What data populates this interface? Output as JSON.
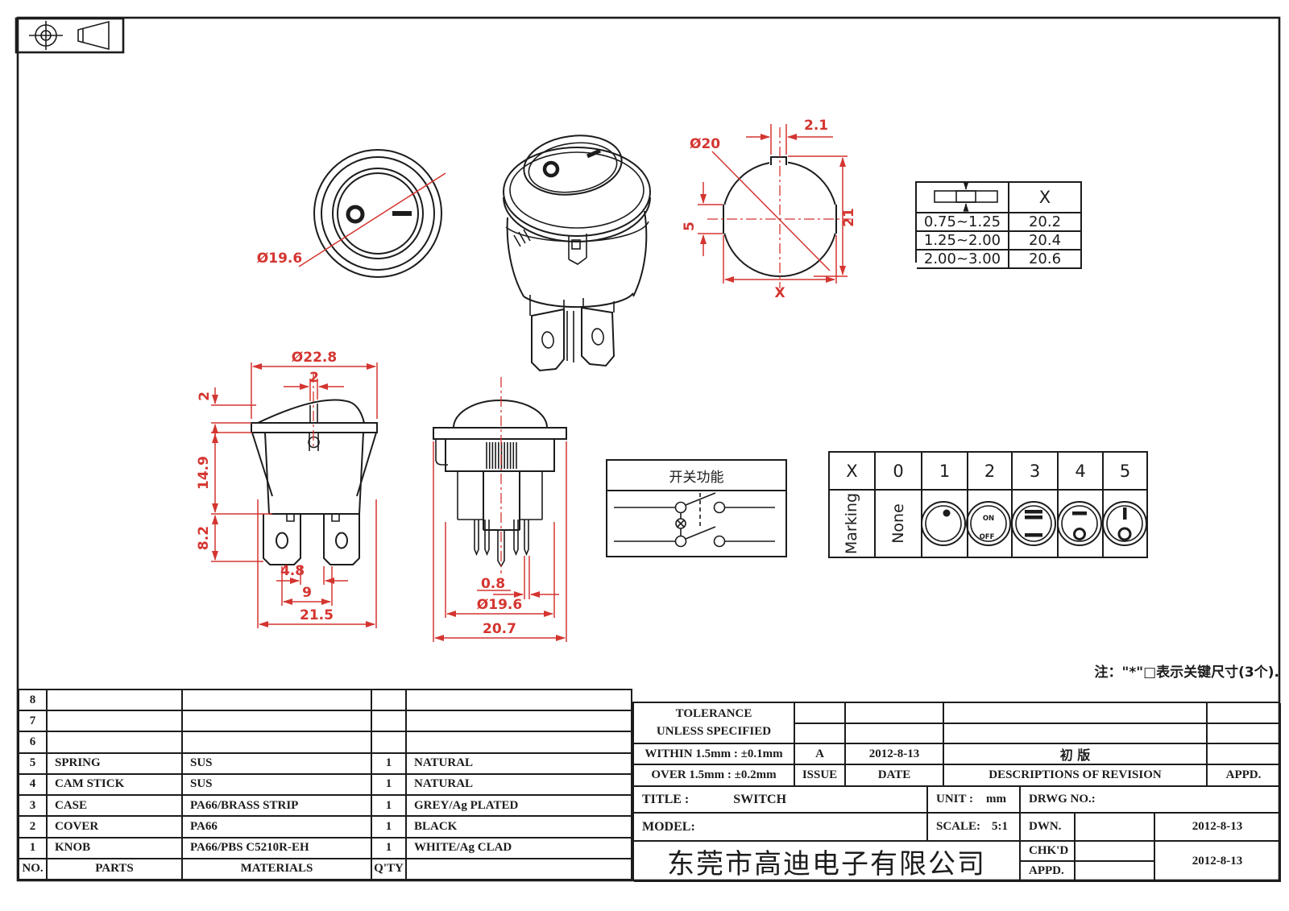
{
  "colors": {
    "line": "#1c1c1c",
    "dim_red": "#d43530",
    "paper": "#ffffff"
  },
  "projection_box": {
    "symbols": [
      "first-angle-target-icon",
      "first-angle-cone-icon"
    ]
  },
  "front_view": {
    "dia": "Ø19.6"
  },
  "cutout_view": {
    "dia": "Ø20",
    "notch": "2.1",
    "flat": "5",
    "height": "21",
    "width": "X"
  },
  "thickness_table": {
    "col2": "X",
    "rows": [
      [
        "0.75~1.25",
        "20.2"
      ],
      [
        "1.25~2.00",
        "20.4"
      ],
      [
        "2.00~3.00",
        "20.6"
      ]
    ]
  },
  "front_dim_view": {
    "dia": "Ø22.8",
    "rib": "2",
    "lip": "2",
    "body": "14.9",
    "term": "8.2",
    "gap": "4.8",
    "pitch": "9",
    "width": "21.5"
  },
  "side_dim_view": {
    "pin": "0.8",
    "dia": "Ø19.6",
    "width": "20.7"
  },
  "function_box": {
    "title": "开关功能"
  },
  "marking_table": {
    "headers": [
      "X",
      "0",
      "1",
      "2",
      "3",
      "4",
      "5"
    ],
    "row_label": "Marking",
    "none": "None",
    "on": "ON",
    "off": "OFF",
    "icons": [
      "dot-top",
      "on-off-text",
      "double-bar-top-single-bar-bottom",
      "bar-top-circle-bottom",
      "vertical-bar-top-circle-bottom"
    ]
  },
  "note": "注：\"*\"□表示关键尺寸(3个).",
  "parts_table": {
    "headers": [
      "NO.",
      "PARTS",
      "MATERIALS",
      "Q'TY",
      ""
    ],
    "rows": [
      [
        "8",
        "",
        "",
        "",
        ""
      ],
      [
        "7",
        "",
        "",
        "",
        ""
      ],
      [
        "6",
        "",
        "",
        "",
        ""
      ],
      [
        "5",
        "SPRING",
        "SUS",
        "1",
        "NATURAL"
      ],
      [
        "4",
        "CAM STICK",
        "SUS",
        "1",
        "NATURAL"
      ],
      [
        "3",
        "CASE",
        "PA66/BRASS STRIP",
        "1",
        "GREY/Ag PLATED"
      ],
      [
        "2",
        "COVER",
        "PA66",
        "1",
        "BLACK"
      ],
      [
        "1",
        "KNOB",
        "PA66/PBS C5210R-EH",
        "1",
        "WHITE/Ag CLAD"
      ]
    ]
  },
  "title_block": {
    "tolerance1": "TOLERANCE",
    "tolerance2": "UNLESS SPECIFIED",
    "within": "WITHIN 1.5mm : ±0.1mm",
    "over": "OVER 1.5mm : ±0.2mm",
    "rev_issue": "A",
    "rev_date": "2012-8-13",
    "rev_desc": "初 版",
    "rev_appd": "",
    "issue_h": "ISSUE",
    "date_h": "DATE",
    "desc_h": "DESCRIPTIONS OF REVISION",
    "appd_h": "APPD.",
    "title_label": "TITLE :",
    "title_value": "SWITCH",
    "unit_label": "UNIT :",
    "unit_value": "mm",
    "drwg_label": "DRWG NO.:",
    "model_label": "MODEL:",
    "scale_label": "SCALE:",
    "scale_value": "5:1",
    "dwn_label": "DWN.",
    "chkd_label": "CHK'D",
    "appd_label": "APPD.",
    "dwn_date": "2012-8-13",
    "chkd_date": "2012-8-13",
    "company": "东莞市高迪电子有限公司"
  }
}
